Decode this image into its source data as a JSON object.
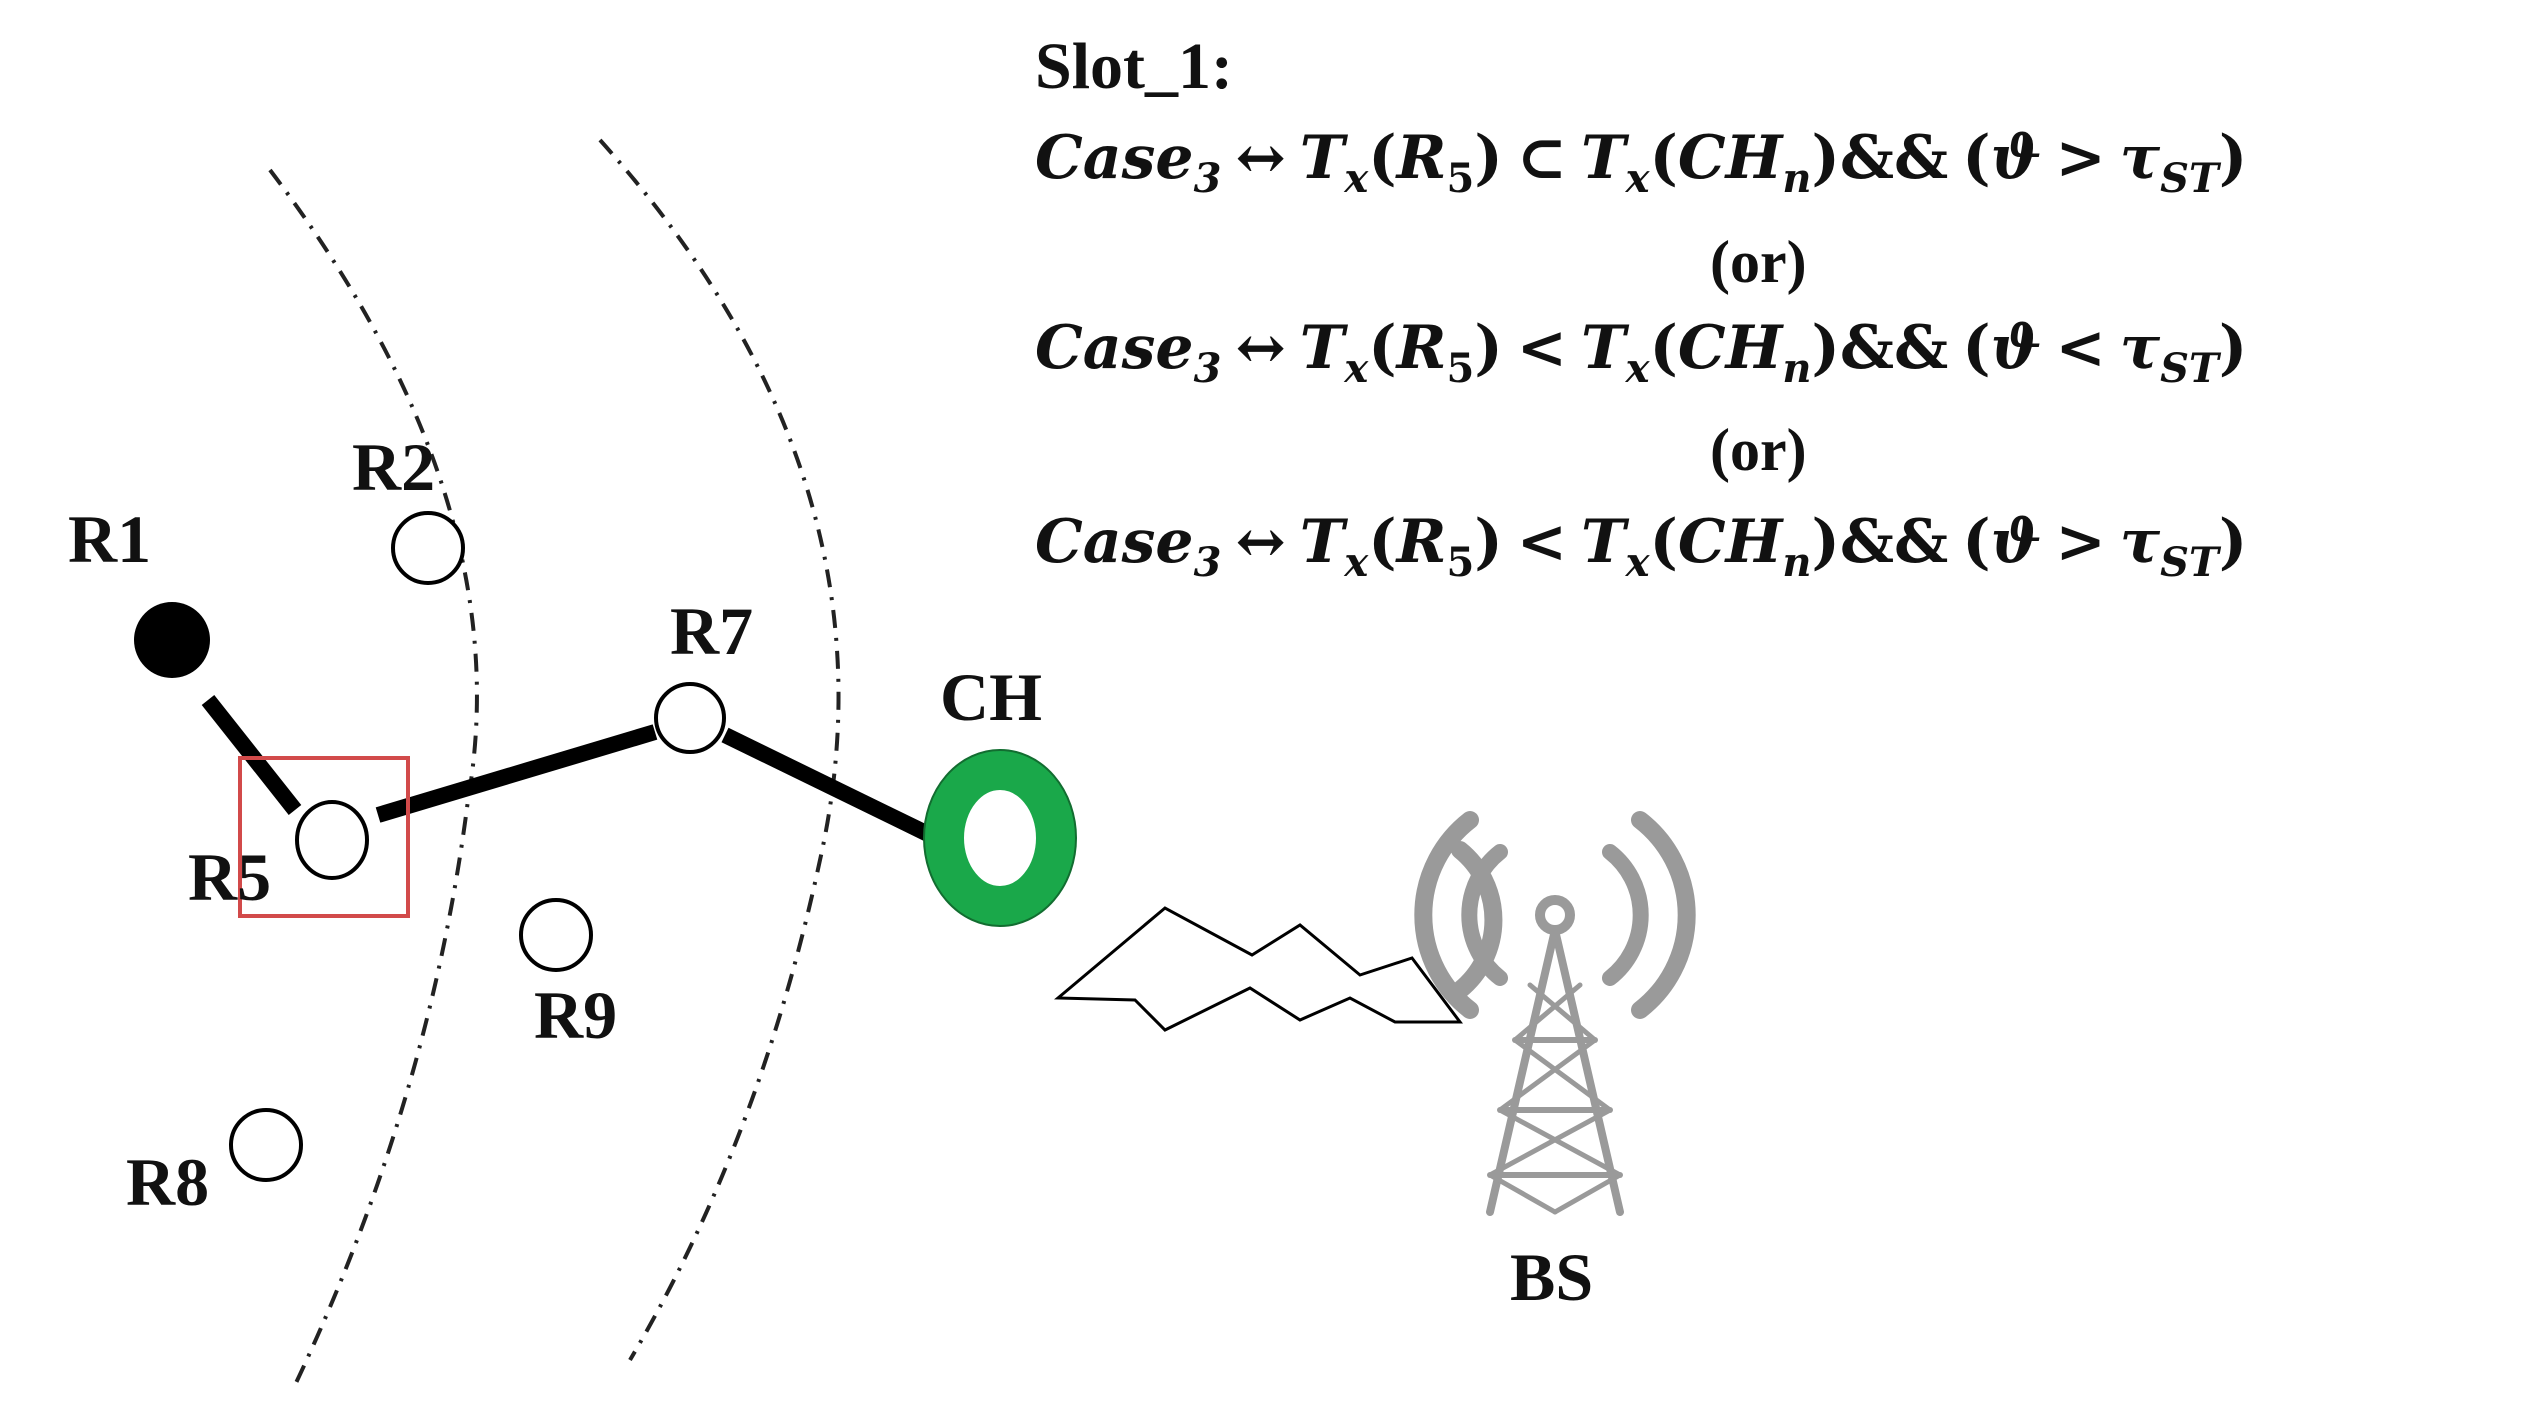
{
  "labels": {
    "r1": "R1",
    "r2": "R2",
    "r5": "R5",
    "r7": "R7",
    "r8": "R8",
    "r9": "R9",
    "ch": "CH",
    "bs": "BS"
  },
  "conditions": {
    "title": "Slot_1:",
    "case": "Case",
    "case_sub": "3",
    "iff": "↔",
    "tx": "T",
    "tx_sub": "x",
    "r": "R",
    "r_sub": "5",
    "ch": "CH",
    "ch_sub": "n",
    "and": "&&",
    "theta": "ϑ",
    "tau": "τ",
    "tau_sub": "ST",
    "open": "(",
    "close": ")",
    "rel_subset": "⊂",
    "rel_less": "<",
    "rel_greater": ">",
    "or": "(or)"
  },
  "colors": {
    "cluster_head": "#1aa84a",
    "highlight_box": "#d24a4a",
    "tower": "#9a9a9a",
    "link": "#000000",
    "boundary": "#222222"
  },
  "icons": {
    "base_station": "radio-tower-icon",
    "wireless_link": "lightning-bolt-icon"
  }
}
